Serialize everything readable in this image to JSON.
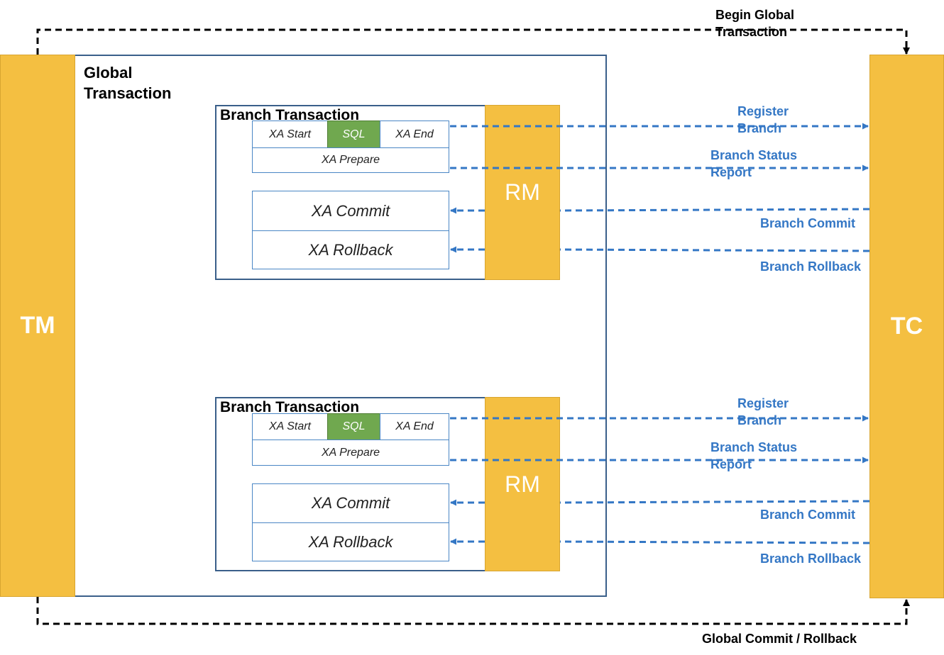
{
  "tm": {
    "label": "TM"
  },
  "tc": {
    "label": "TC"
  },
  "global_transaction": {
    "title_line1": "Global",
    "title_line2": "Transaction"
  },
  "branches": [
    {
      "title": "Branch Transaction",
      "xa_start": "XA Start",
      "sql": "SQL",
      "xa_end": "XA End",
      "xa_prepare": "XA Prepare",
      "xa_commit": "XA Commit",
      "xa_rollback": "XA Rollback",
      "rm": "RM",
      "labels": {
        "register_line1": "Register",
        "register_line2": "Branch",
        "status_line1": "Branch Status",
        "status_line2": "Report",
        "commit": "Branch Commit",
        "rollback": "Branch Rollback"
      }
    },
    {
      "title": "Branch Transaction",
      "xa_start": "XA Start",
      "sql": "SQL",
      "xa_end": "XA End",
      "xa_prepare": "XA Prepare",
      "xa_commit": "XA Commit",
      "xa_rollback": "XA Rollback",
      "rm": "RM",
      "labels": {
        "register_line1": "Register",
        "register_line2": "Branch",
        "status_line1": "Branch Status",
        "status_line2": "Report",
        "commit": "Branch Commit",
        "rollback": "Branch Rollback"
      }
    }
  ],
  "top_flow": {
    "line1": "Begin Global",
    "line2": "Transaction"
  },
  "bottom_flow": {
    "label": "Global Commit / Rollback"
  },
  "colors": {
    "pillar": "#f4bf41",
    "sql": "#70a84f",
    "arrow_blue": "#3477c5",
    "border_navy": "#3a5f8a"
  }
}
